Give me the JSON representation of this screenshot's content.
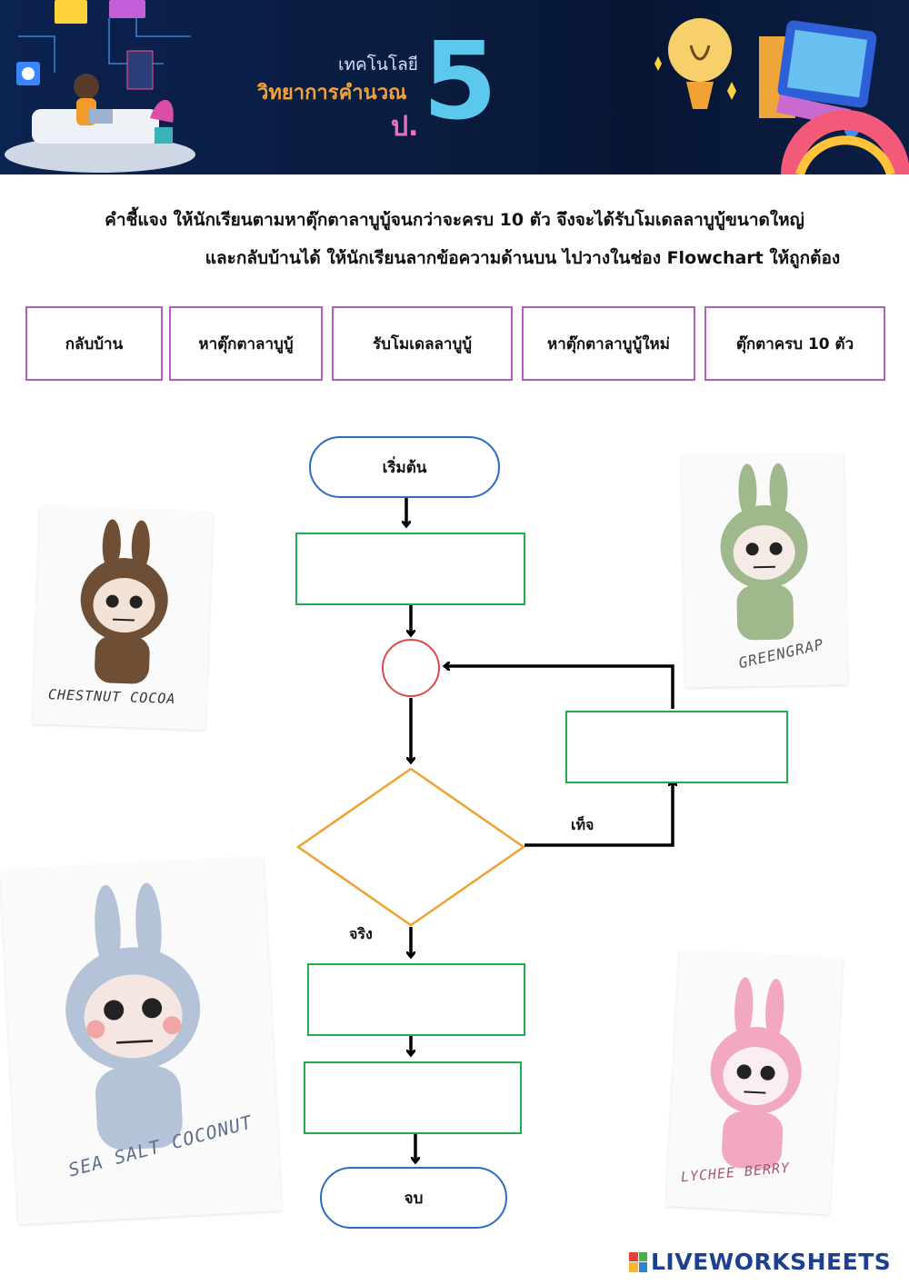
{
  "banner": {
    "subject": "เทคโนโลยี",
    "course": "วิทยาการคำนวณ",
    "grade_prefix": "ป.",
    "grade_number": "5"
  },
  "instructions": {
    "line1": "คำชี้แจง ให้นักเรียนตามหาตุ๊กตาลาบูบู้จนกว่าจะครบ 10 ตัว จึงจะได้รับโมเดลลาบูบู้ขนาดใหญ่",
    "line2": "และกลับบ้านได้ ให้นักเรียนลากข้อความด้านบน ไปวางในช่อง Flowchart ให้ถูกต้อง"
  },
  "options": [
    "กลับบ้าน",
    "หาตุ๊กตาลาบูบู้",
    "รับโมเดลลาบูบู้",
    "หาตุ๊กตาลาบูบู้ใหม่",
    "ตุ๊กตาครบ 10 ตัว"
  ],
  "flowchart": {
    "start": "เริ่มต้น",
    "end": "จบ",
    "false_label": "เท็จ",
    "true_label": "จริง"
  },
  "dolls": {
    "brown": "CHESTNUT COCOA",
    "green": "GREENGRAP",
    "blue": "SEA SALT COCONUT",
    "pink": "LYCHEE BERRY"
  },
  "footer": {
    "brand": "LIVEWORKSHEETS"
  },
  "colors": {
    "option_border": "#b65bc4",
    "process_border": "#1fae4b",
    "terminal_border": "#2b6cc4",
    "decision_border": "#f0a030",
    "connector_border": "#e04848"
  }
}
